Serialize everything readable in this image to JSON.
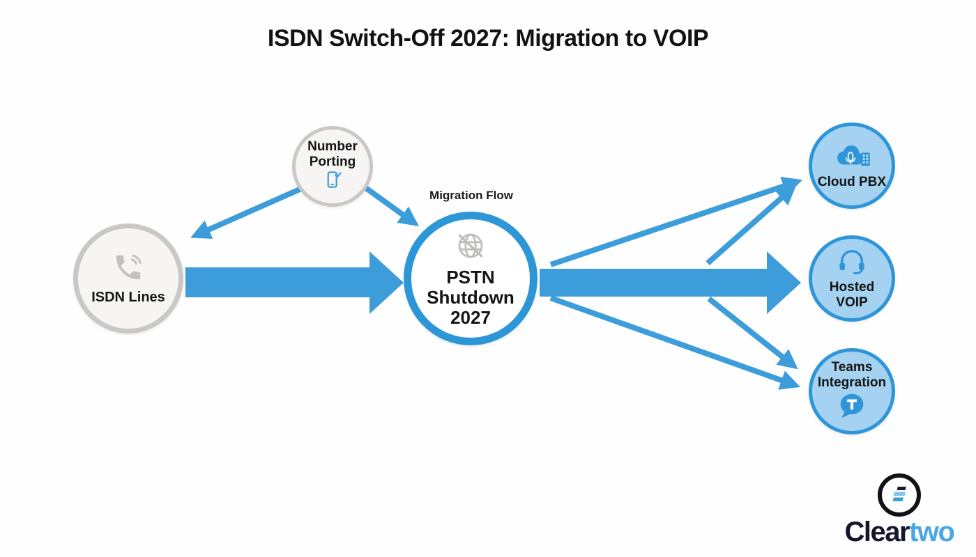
{
  "title": "ISDN Switch-Off 2027: Migration to VOIP",
  "flow_label": "Migration Flow",
  "nodes": {
    "isdn": {
      "label": "ISDN Lines",
      "icon": "phone-volume-icon"
    },
    "number_porting": {
      "label": "Number\nPorting",
      "icon": "mobile-check-icon"
    },
    "pstn": {
      "label": "PSTN\nShutdown\n2027",
      "icon": "globe-slash-icon"
    },
    "cloud_pbx": {
      "label": "Cloud PBX",
      "icon": "cloud-pbx-icon"
    },
    "hosted_voip": {
      "label": "Hosted\nVOIP",
      "icon": "headset-icon"
    },
    "teams": {
      "label": "Teams\nIntegration",
      "icon": "teams-bubble-icon"
    }
  },
  "edges": [
    {
      "from": "number_porting",
      "to": "isdn",
      "style": "thin"
    },
    {
      "from": "number_porting",
      "to": "pstn",
      "style": "thin"
    },
    {
      "from": "isdn",
      "to": "pstn",
      "style": "thick"
    },
    {
      "from": "pstn",
      "to": "hosted_voip",
      "style": "thick"
    },
    {
      "from": "pstn",
      "to": "cloud_pbx",
      "style": "thin"
    },
    {
      "from": "pstn",
      "to": "cloud_pbx",
      "style": "thin-short"
    },
    {
      "from": "pstn",
      "to": "teams",
      "style": "thin"
    },
    {
      "from": "pstn",
      "to": "teams",
      "style": "thin-short"
    }
  ],
  "logo": {
    "brand_prefix": "Clear",
    "brand_suffix": "two"
  },
  "colors": {
    "accent_blue": "#3d9ddb",
    "node_blue_fill": "#a5d2f0",
    "node_blue_border": "#2e96d8",
    "node_gray_fill": "#f6f5f3",
    "node_gray_border": "#c9c8c6",
    "icon_blue": "#2e8fd0",
    "icon_gray": "#c4c2be",
    "text_dark": "#151515",
    "logo_dark": "#15152c",
    "logo_blue": "#4aa7e6"
  }
}
